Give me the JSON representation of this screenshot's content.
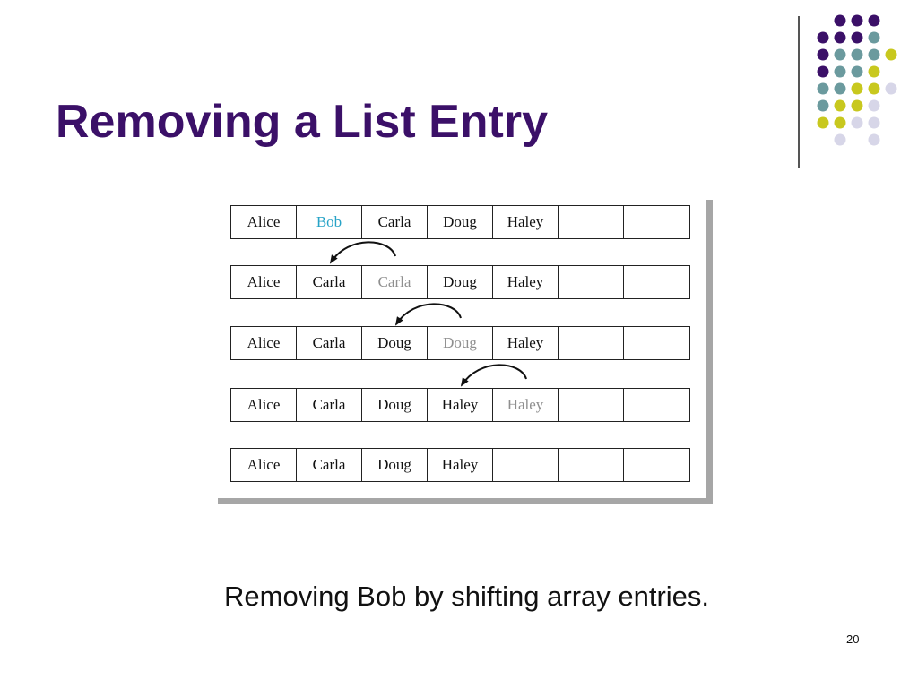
{
  "slide": {
    "title": "Removing a List Entry",
    "caption": "Removing Bob by shifting array entries.",
    "page_number": "20"
  },
  "theme": {
    "title_color": "#3b1068",
    "removed_color": "#27a3c7",
    "ghost_color": "#8f8f8f",
    "dot_colors": {
      "purple": "#3b1068",
      "teal": "#6b9a9e",
      "yellow": "#c8c81e",
      "lavender": "#d7d6e8"
    }
  },
  "figure": {
    "rows": [
      {
        "cells": [
          {
            "text": "Alice",
            "state": "normal"
          },
          {
            "text": "Bob",
            "state": "removed"
          },
          {
            "text": "Carla",
            "state": "normal"
          },
          {
            "text": "Doug",
            "state": "normal"
          },
          {
            "text": "Haley",
            "state": "normal"
          },
          {
            "text": "",
            "state": "normal"
          },
          {
            "text": "",
            "state": "normal"
          }
        ]
      },
      {
        "cells": [
          {
            "text": "Alice",
            "state": "normal"
          },
          {
            "text": "Carla",
            "state": "normal"
          },
          {
            "text": "Carla",
            "state": "ghost"
          },
          {
            "text": "Doug",
            "state": "normal"
          },
          {
            "text": "Haley",
            "state": "normal"
          },
          {
            "text": "",
            "state": "normal"
          },
          {
            "text": "",
            "state": "normal"
          }
        ]
      },
      {
        "cells": [
          {
            "text": "Alice",
            "state": "normal"
          },
          {
            "text": "Carla",
            "state": "normal"
          },
          {
            "text": "Doug",
            "state": "normal"
          },
          {
            "text": "Doug",
            "state": "ghost"
          },
          {
            "text": "Haley",
            "state": "normal"
          },
          {
            "text": "",
            "state": "normal"
          },
          {
            "text": "",
            "state": "normal"
          }
        ]
      },
      {
        "cells": [
          {
            "text": "Alice",
            "state": "normal"
          },
          {
            "text": "Carla",
            "state": "normal"
          },
          {
            "text": "Doug",
            "state": "normal"
          },
          {
            "text": "Haley",
            "state": "normal"
          },
          {
            "text": "Haley",
            "state": "ghost"
          },
          {
            "text": "",
            "state": "normal"
          },
          {
            "text": "",
            "state": "normal"
          }
        ]
      },
      {
        "cells": [
          {
            "text": "Alice",
            "state": "normal"
          },
          {
            "text": "Carla",
            "state": "normal"
          },
          {
            "text": "Doug",
            "state": "normal"
          },
          {
            "text": "Haley",
            "state": "normal"
          },
          {
            "text": "",
            "state": "normal"
          },
          {
            "text": "",
            "state": "normal"
          },
          {
            "text": "",
            "state": "normal"
          }
        ]
      }
    ],
    "shift_arrows": [
      {
        "from_index": 2,
        "to_index": 1
      },
      {
        "from_index": 3,
        "to_index": 2
      },
      {
        "from_index": 4,
        "to_index": 3
      }
    ]
  }
}
